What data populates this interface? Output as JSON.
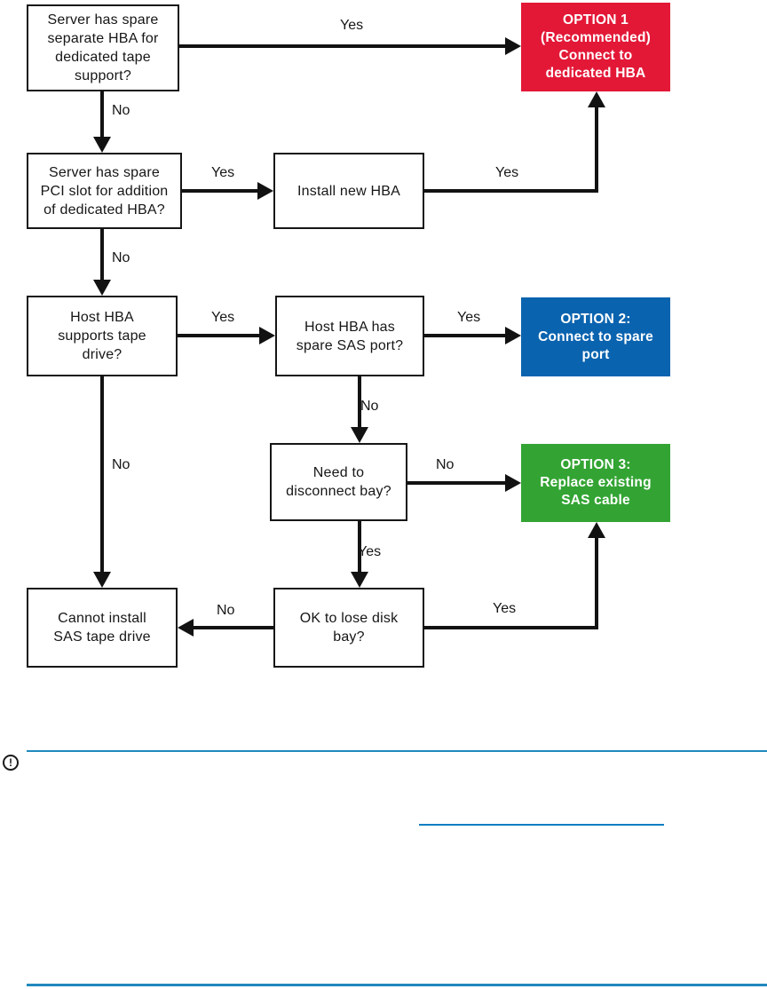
{
  "colors": {
    "option1_red": "#E31837",
    "option2_blue": "#0A63AF",
    "option3_green": "#33A433",
    "divider_teal": "#2089BD",
    "link_blue": "#0B7EC1",
    "line_black": "#121212"
  },
  "flowchart": {
    "nodes": {
      "q1": "Server has spare\nseparate HBA for\ndedicated tape\nsupport?",
      "q2": "Server has spare\nPCI slot for addition\nof dedicated HBA?",
      "a1": "Install new HBA",
      "q3": "Host HBA\nsupports tape\ndrive?",
      "q4": "Host HBA has\nspare SAS port?",
      "q5": "Need to\ndisconnect bay?",
      "q6": "OK to lose disk\nbay?",
      "end1": "Cannot install\nSAS tape drive"
    },
    "options": {
      "option1": "OPTION 1\n(Recommended)\nConnect to\ndedicated HBA",
      "option2": "OPTION 2:\nConnect to spare\nport",
      "option3": "OPTION 3:\nReplace existing\nSAS cable"
    },
    "edge_labels": {
      "q1_to_option1": "Yes",
      "q1_to_q2": "No",
      "q2_to_a1": "Yes",
      "a1_to_option1": "Yes",
      "q2_to_q3": "No",
      "q3_to_q4": "Yes",
      "q4_to_option2": "Yes",
      "q4_to_q5": "No",
      "q5_to_option3": "No",
      "q5_to_q6": "Yes",
      "q3_to_end1": "No",
      "q6_to_end1": "No",
      "q6_to_option3": "Yes"
    }
  },
  "notice": {
    "important_icon_glyph": "!"
  }
}
